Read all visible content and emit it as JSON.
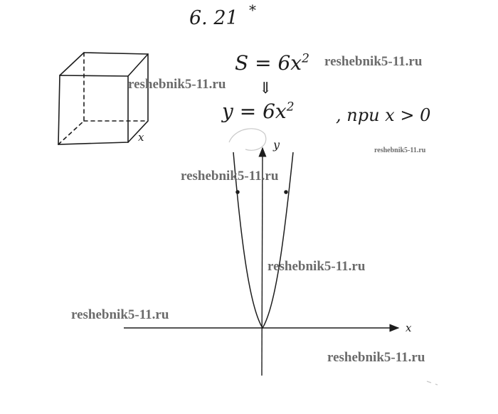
{
  "problem_number": "6. 21",
  "problem_mark": "*",
  "formula_area": {
    "lhs": "S =",
    "rhs": "6x",
    "exponent": "2"
  },
  "implies_symbol": "⇓",
  "formula_function": {
    "lhs": "y =",
    "rhs": "6x",
    "exponent": "2"
  },
  "condition": ", при   x > 0",
  "cube_edge_label": "x",
  "graph": {
    "x_axis_label": "x",
    "y_axis_label": "y"
  },
  "watermark": "reshebnik5-11.ru",
  "ink_color": "#1d1d1d",
  "watermark_color": "#6b6b6b"
}
